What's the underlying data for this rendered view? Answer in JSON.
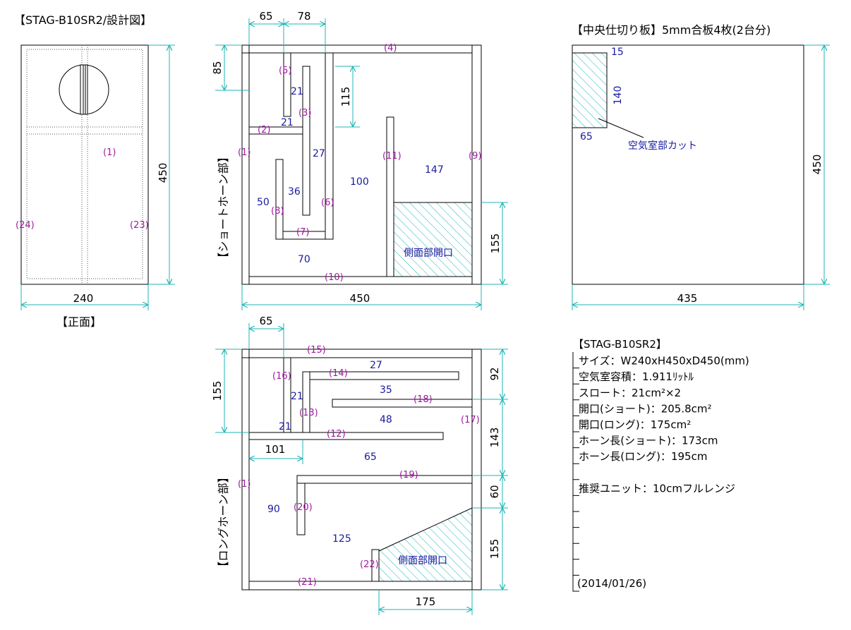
{
  "title": "【STAG-B10SR2/設計図】",
  "colors": {
    "dimension": "#1fb5b5",
    "part_label": "#a01aa0",
    "value_label": "#1a1aa0"
  },
  "front": {
    "caption": "【正面】",
    "width": "240",
    "height": "450",
    "parts": {
      "p1": "(1)",
      "p24": "(24)",
      "p23": "(23)"
    }
  },
  "short_horn": {
    "caption": "【ショートホーン部】",
    "dims": {
      "d65": "65",
      "d78": "78",
      "d85": "85",
      "d115": "115",
      "d155": "155",
      "d450": "450"
    },
    "parts": {
      "p1": "(1)",
      "p2": "(2)",
      "p3": "(3)",
      "p4": "(4)",
      "p5": "(5)",
      "p6": "(6)",
      "p7": "(7)",
      "p8": "(8)",
      "p9": "(9)",
      "p10": "(10)",
      "p11": "(11)"
    },
    "values": {
      "v21a": "21",
      "v21b": "21",
      "v27": "27",
      "v36": "36",
      "v50": "50",
      "v100": "100",
      "v147": "147",
      "v70": "70"
    },
    "opening": "側面部開口"
  },
  "partition": {
    "caption": "【中央仕切り板】5mm合板4枚(2台分)",
    "dims": {
      "d15": "15",
      "d140": "140",
      "d65": "65",
      "d450": "450",
      "d435": "435"
    },
    "note": "空気室部カット"
  },
  "long_horn": {
    "caption": "【ロングホーン部】",
    "dims": {
      "d65": "65",
      "d155": "155",
      "d101": "101",
      "d92": "92",
      "d143": "143",
      "d60": "60",
      "d155b": "155",
      "d175": "175"
    },
    "parts": {
      "p1": "(1)",
      "p12": "(12)",
      "p13": "(13)",
      "p14": "(14)",
      "p15": "(15)",
      "p16": "(16)",
      "p17": "(17)",
      "p18": "(18)",
      "p19": "(19)",
      "p20": "(20)",
      "p21": "(21)",
      "p22": "(22)"
    },
    "values": {
      "v27": "27",
      "v35": "35",
      "v48": "48",
      "v65": "65",
      "v21a": "21",
      "v21b": "21",
      "v90": "90",
      "v125": "125"
    },
    "opening": "側面部開口"
  },
  "specs": {
    "title": "【STAG-B10SR2】",
    "lines": [
      "サイズ：W240xH450xD450(mm)",
      "空気室容積：1.911ﾘｯﾄﾙ",
      "スロート：21cm²×2",
      "開口(ショート)：205.8cm²",
      "開口(ロング)：175cm²",
      "ホーン長(ショート)：173cm",
      "ホーン長(ロング)：195cm",
      "",
      "推奨ユニット：10cmフルレンジ",
      "",
      "",
      "",
      "",
      ""
    ],
    "date": "(2014/01/26)"
  }
}
